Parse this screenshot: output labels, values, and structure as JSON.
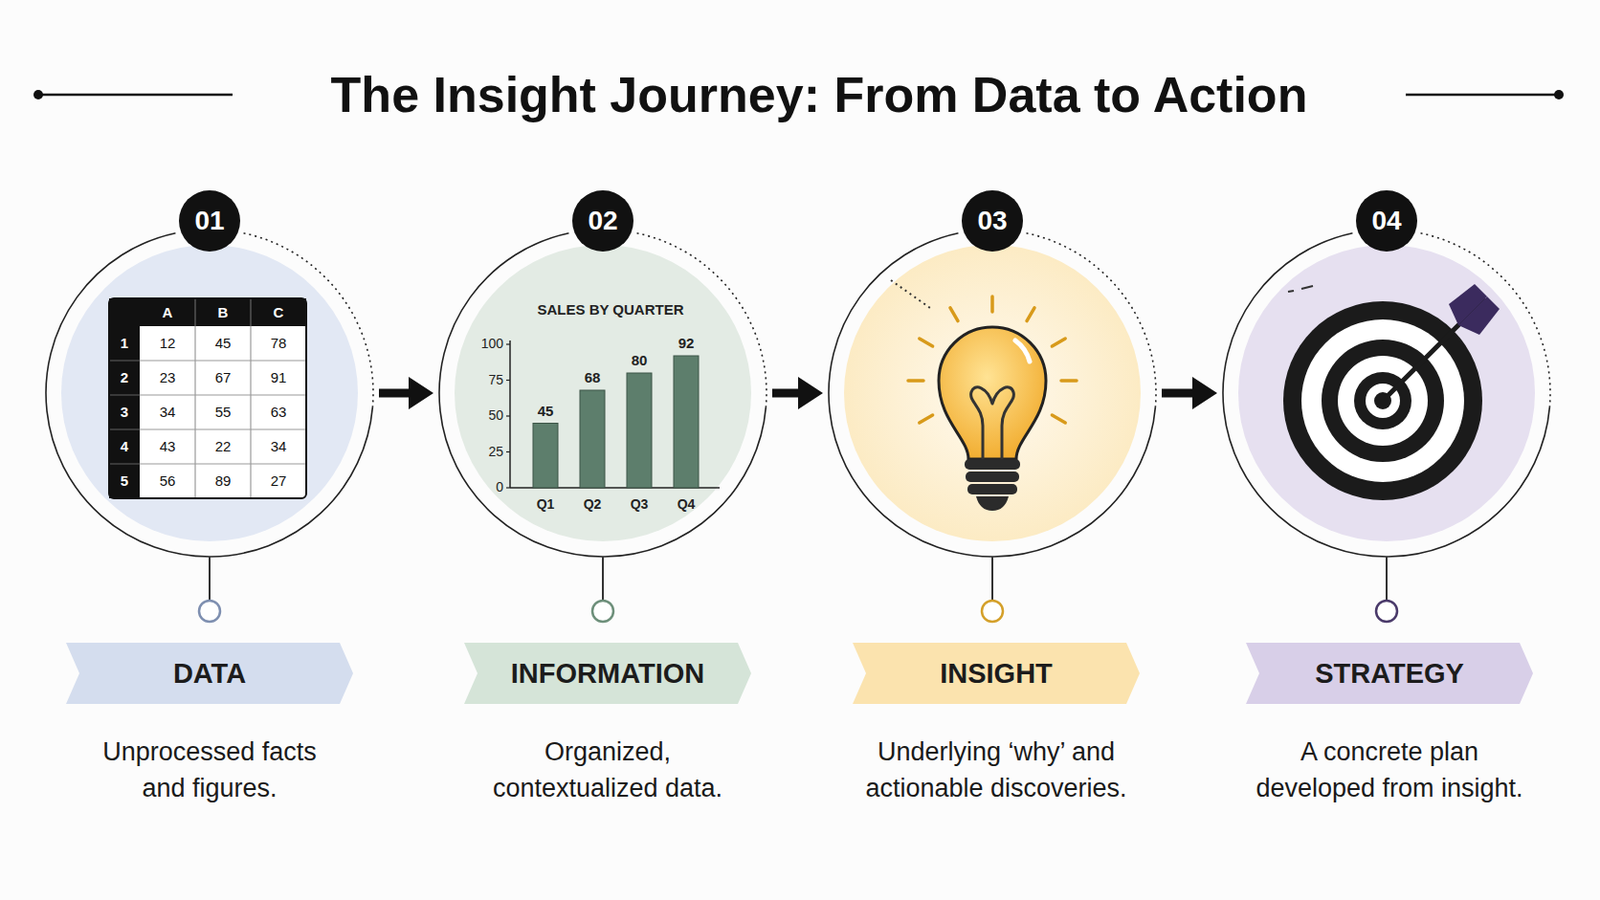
{
  "diagram": {
    "title": "The Insight Journey: From Data to Action",
    "nodes": [
      {
        "text": [
          "01"
        ]
      },
      {
        "text": [
          "02"
        ]
      },
      {
        "text": [
          "03"
        ]
      },
      {
        "text": [
          "04"
        ]
      },
      {
        "text": [
          "DATA"
        ]
      },
      {
        "text": [
          "INFORMATION"
        ]
      },
      {
        "text": [
          "INSIGHT"
        ]
      },
      {
        "text": [
          "STRATEGY"
        ]
      }
    ],
    "edges": [
      {
        "from": 0,
        "to": 1,
        "arrow": "to"
      },
      {
        "from": 1,
        "to": 2,
        "arrow": "to"
      },
      {
        "from": 2,
        "to": 3,
        "arrow": "to"
      }
    ],
    "labels": [
      "A",
      "B",
      "C",
      "1",
      "12",
      "45",
      "78",
      "2",
      "23",
      "67",
      "91",
      "3",
      "34",
      "55",
      "63",
      "4",
      "43",
      "22",
      "34",
      "5",
      "56",
      "89",
      "27",
      "SALES BY QUARTER",
      "100",
      "75",
      "50",
      "25",
      "0",
      "45",
      "68",
      "80",
      "92",
      "Q1",
      "Q2",
      "Q3",
      "Q4",
      "Unprocessed facts and figures.",
      "Organized, contextualized data.",
      "Underlying ‘why’ and actionable discoveries.",
      "A concrete plan developed from insight."
    ]
  }
}
